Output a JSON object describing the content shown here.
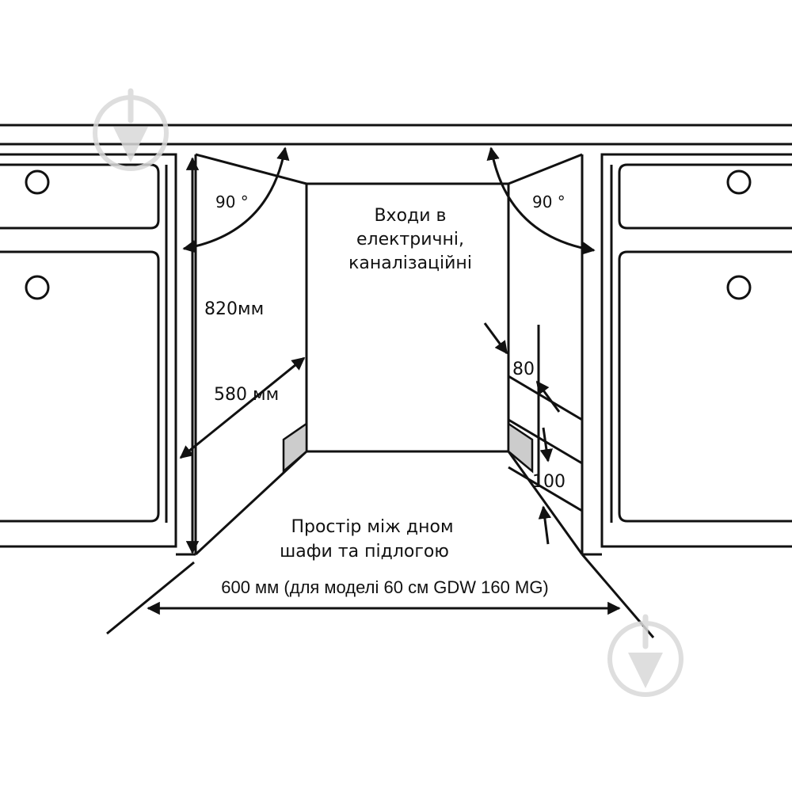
{
  "labels": {
    "angle_left": "90 °",
    "angle_right": "90 °",
    "inlets_line1": "Входи в",
    "inlets_line2": "електричні,",
    "inlets_line3": "каналізаційні",
    "height": "820мм",
    "depth": "580 мм",
    "dim_top": "80",
    "dim_bottom": "100",
    "space_line1": "Простір між дном",
    "space_line2": "шафи та підлогою",
    "width": "600 мм (для моделі 60 см GDW 160 MG)"
  },
  "watermark": {
    "icon": "drop-down-arrow-icon",
    "color": "#d9d9d9"
  },
  "colors": {
    "line": "#111111",
    "hatch": "#cccccc"
  }
}
